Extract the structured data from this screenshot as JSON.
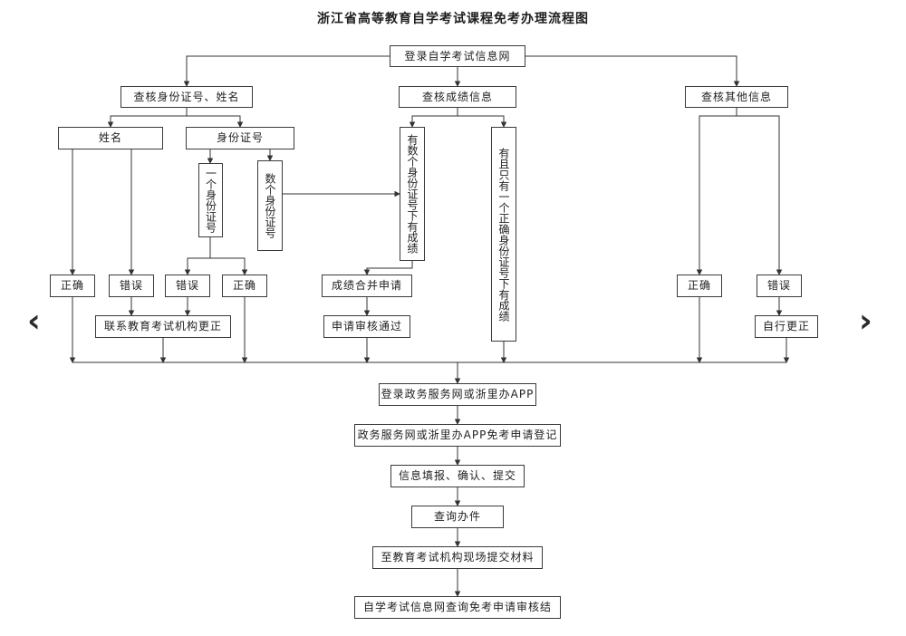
{
  "page": {
    "title": "浙江省高等教育自学考试课程免考办理流程图"
  },
  "nav": {
    "prev": "‹",
    "next": "›"
  },
  "nodes": {
    "login": "登录自学考试信息网",
    "check_id": "查核身份证号、姓名",
    "check_score": "查核成绩信息",
    "check_other": "查核其他信息",
    "name": "姓名",
    "id_number": "身份证号",
    "one_id": "一个身份证号",
    "multi_id": "数个身份证号",
    "score_multi": "有数个身份证号下有成绩",
    "score_one": "有且只有一个正确身份证号下有成绩",
    "correct_1": "正确",
    "wrong_1": "错误",
    "wrong_2": "错误",
    "correct_2": "正确",
    "merge_apply": "成绩合并申请",
    "correct_3": "正确",
    "wrong_3": "错误",
    "contact_correct": "联系教育考试机构更正",
    "apply_approved": "申请审核通过",
    "self_correct": "自行更正",
    "gov_login": "登录政务服务网或浙里办APP",
    "gov_register": "政务服务网或浙里办APP免考申请登记",
    "fill_info": "信息填报、确认、提交",
    "query_case": "查询办件",
    "submit_materials": "至教育考试机构现场提交材料",
    "final_result": "自学考试信息网查询免考申请审核结"
  },
  "colors": {
    "line": "#333333",
    "box_border": "#3a3a3a",
    "text": "#1f1f1f"
  }
}
